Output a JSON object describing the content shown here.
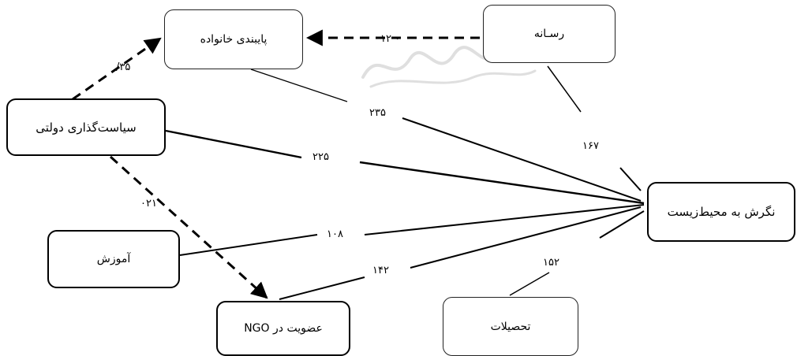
{
  "nodes": {
    "media": "رسـانه",
    "family_commitment": "پایبندی خانواده",
    "government_policy": "سیاست‌گذاری دولتی",
    "education": "آموزش",
    "ngo_membership": "عضویت در NGO",
    "schooling": "تحصیلات",
    "environmental_attitude": "نگرش به محیط‌زیست"
  },
  "coefficients": {
    "policy_to_family": "/۳۵",
    "media_to_family": "۱۲ ۰",
    "policy_to_attitude": "۲۲۵",
    "family_to_attitude": "۲۳۵",
    "media_to_attitude": "۱۶۷",
    "policy_to_ngo": "۰۲۱",
    "education_to_attitude": "۱۰۸",
    "ngo_to_attitude": "۱۴۲",
    "schooling_to_attitude": "۱۵۲"
  }
}
